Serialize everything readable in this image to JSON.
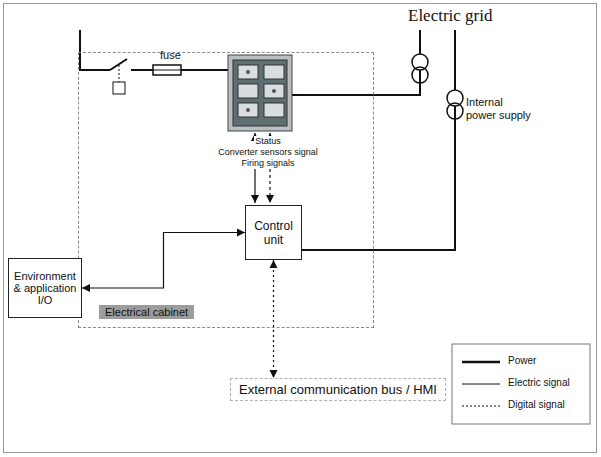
{
  "diagram": {
    "nodes": [
      {
        "text": [
          "Electrical cabinet"
        ]
      },
      {
        "text": [
          "Control unit"
        ],
        "in": 0
      },
      {
        "text": [
          "Environment & application I/O"
        ]
      },
      {
        "text": [
          "External communication bus / HMI"
        ]
      }
    ],
    "edges": [
      {
        "from": 2,
        "to": 1,
        "arrow": "both"
      },
      {
        "from": 1,
        "to": 3,
        "arrow": "both"
      }
    ],
    "labels": [
      "Electric grid",
      "fuse",
      "Internal power supply",
      "Status",
      "Converter sensors signal",
      "Firing signals"
    ],
    "legend": [
      {
        "text": "Power"
      },
      {
        "text": "Electric signal"
      },
      {
        "text": "Digital signal"
      }
    ]
  }
}
